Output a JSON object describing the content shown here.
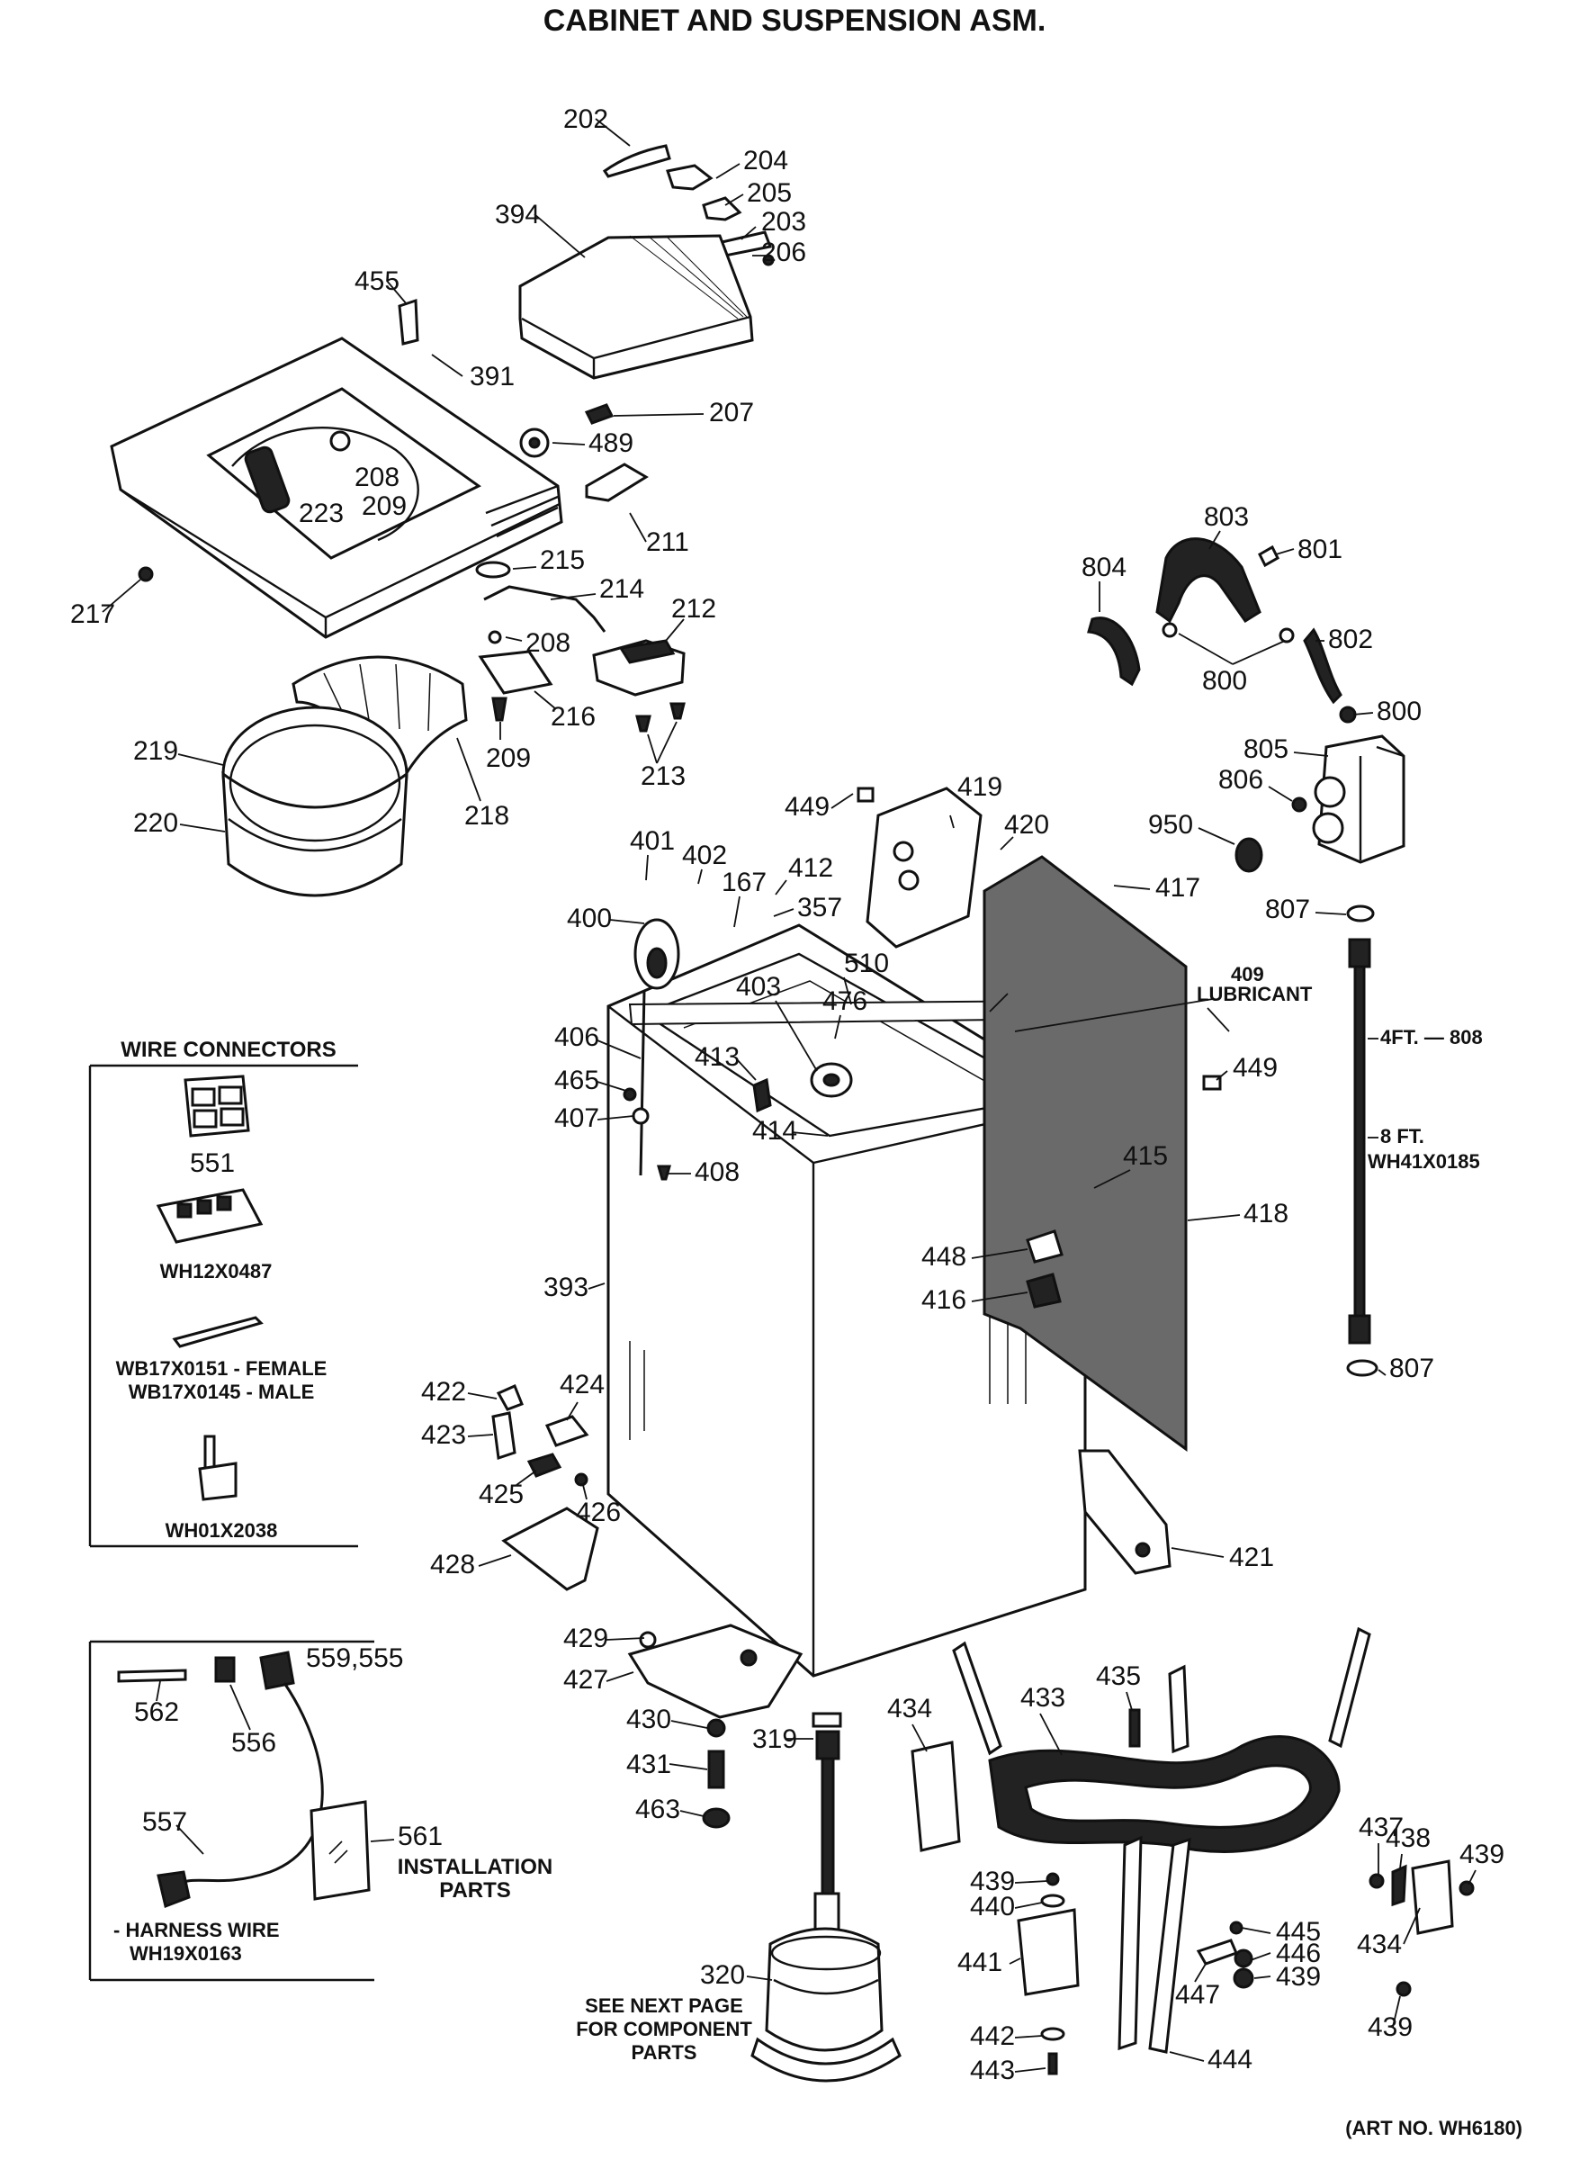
{
  "title": "CABINET AND SUSPENSION ASM.",
  "art_no": "(ART NO. WH6180)",
  "wire_connectors": {
    "heading": "WIRE CONNECTORS",
    "items": [
      "551",
      "WH12X0487",
      "WB17X0151 - FEMALE",
      "WB17X0145 - MALE",
      "WH01X2038"
    ]
  },
  "harness": {
    "items": [
      "562",
      "556",
      "559,555",
      "557",
      "561"
    ],
    "installation_line1": "INSTALLATION",
    "installation_line2": "PARTS",
    "harness_line1": "- HARNESS WIRE",
    "harness_line2": "WH19X0163"
  },
  "notes": {
    "lubricant_num": "409",
    "lubricant_text": "LUBRICANT",
    "hose_4ft": "4FT. — 808",
    "hose_8ft": "8 FT.",
    "hose_part": "WH41X0185",
    "see_next_1": "SEE NEXT PAGE",
    "see_next_2": "FOR COMPONENT",
    "see_next_3": "PARTS"
  },
  "callouts": [
    "202",
    "204",
    "205",
    "203",
    "206",
    "394",
    "455",
    "391",
    "207",
    "489",
    "208",
    "223",
    "209",
    "211",
    "217",
    "215",
    "214",
    "212",
    "208",
    "216",
    "209",
    "213",
    "219",
    "220",
    "218",
    "803",
    "801",
    "804",
    "802",
    "800",
    "800",
    "805",
    "806",
    "950",
    "807",
    "807",
    "449",
    "419",
    "420",
    "417",
    "401",
    "402",
    "167",
    "412",
    "357",
    "400",
    "510",
    "403",
    "476",
    "406",
    "413",
    "465",
    "407",
    "414",
    "408",
    "449",
    "415",
    "418",
    "448",
    "416",
    "393",
    "422",
    "424",
    "423",
    "425",
    "426",
    "428",
    "421",
    "429",
    "427",
    "430",
    "319",
    "431",
    "463",
    "434",
    "433",
    "435",
    "437",
    "438",
    "439",
    "434",
    "439",
    "440",
    "441",
    "445",
    "446",
    "447",
    "439",
    "442",
    "443",
    "444",
    "439",
    "320"
  ]
}
